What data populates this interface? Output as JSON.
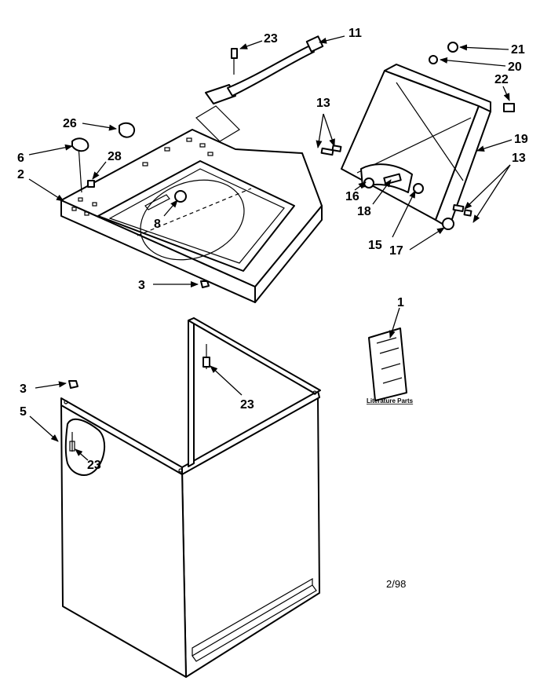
{
  "diagram": {
    "parts": {
      "p1": "1",
      "p2": "2",
      "p3a": "3",
      "p3b": "3",
      "p5": "5",
      "p6": "6",
      "p8": "8",
      "p11": "11",
      "p13a": "13",
      "p13b": "13",
      "p15": "15",
      "p16": "16",
      "p17": "17",
      "p18": "18",
      "p19": "19",
      "p20": "20",
      "p21": "21",
      "p22": "22",
      "p23a": "23",
      "p23b": "23",
      "p23c": "23",
      "p26": "26",
      "p28": "28"
    },
    "literature_caption": "Literature Parts",
    "revision_date": "2/98"
  }
}
